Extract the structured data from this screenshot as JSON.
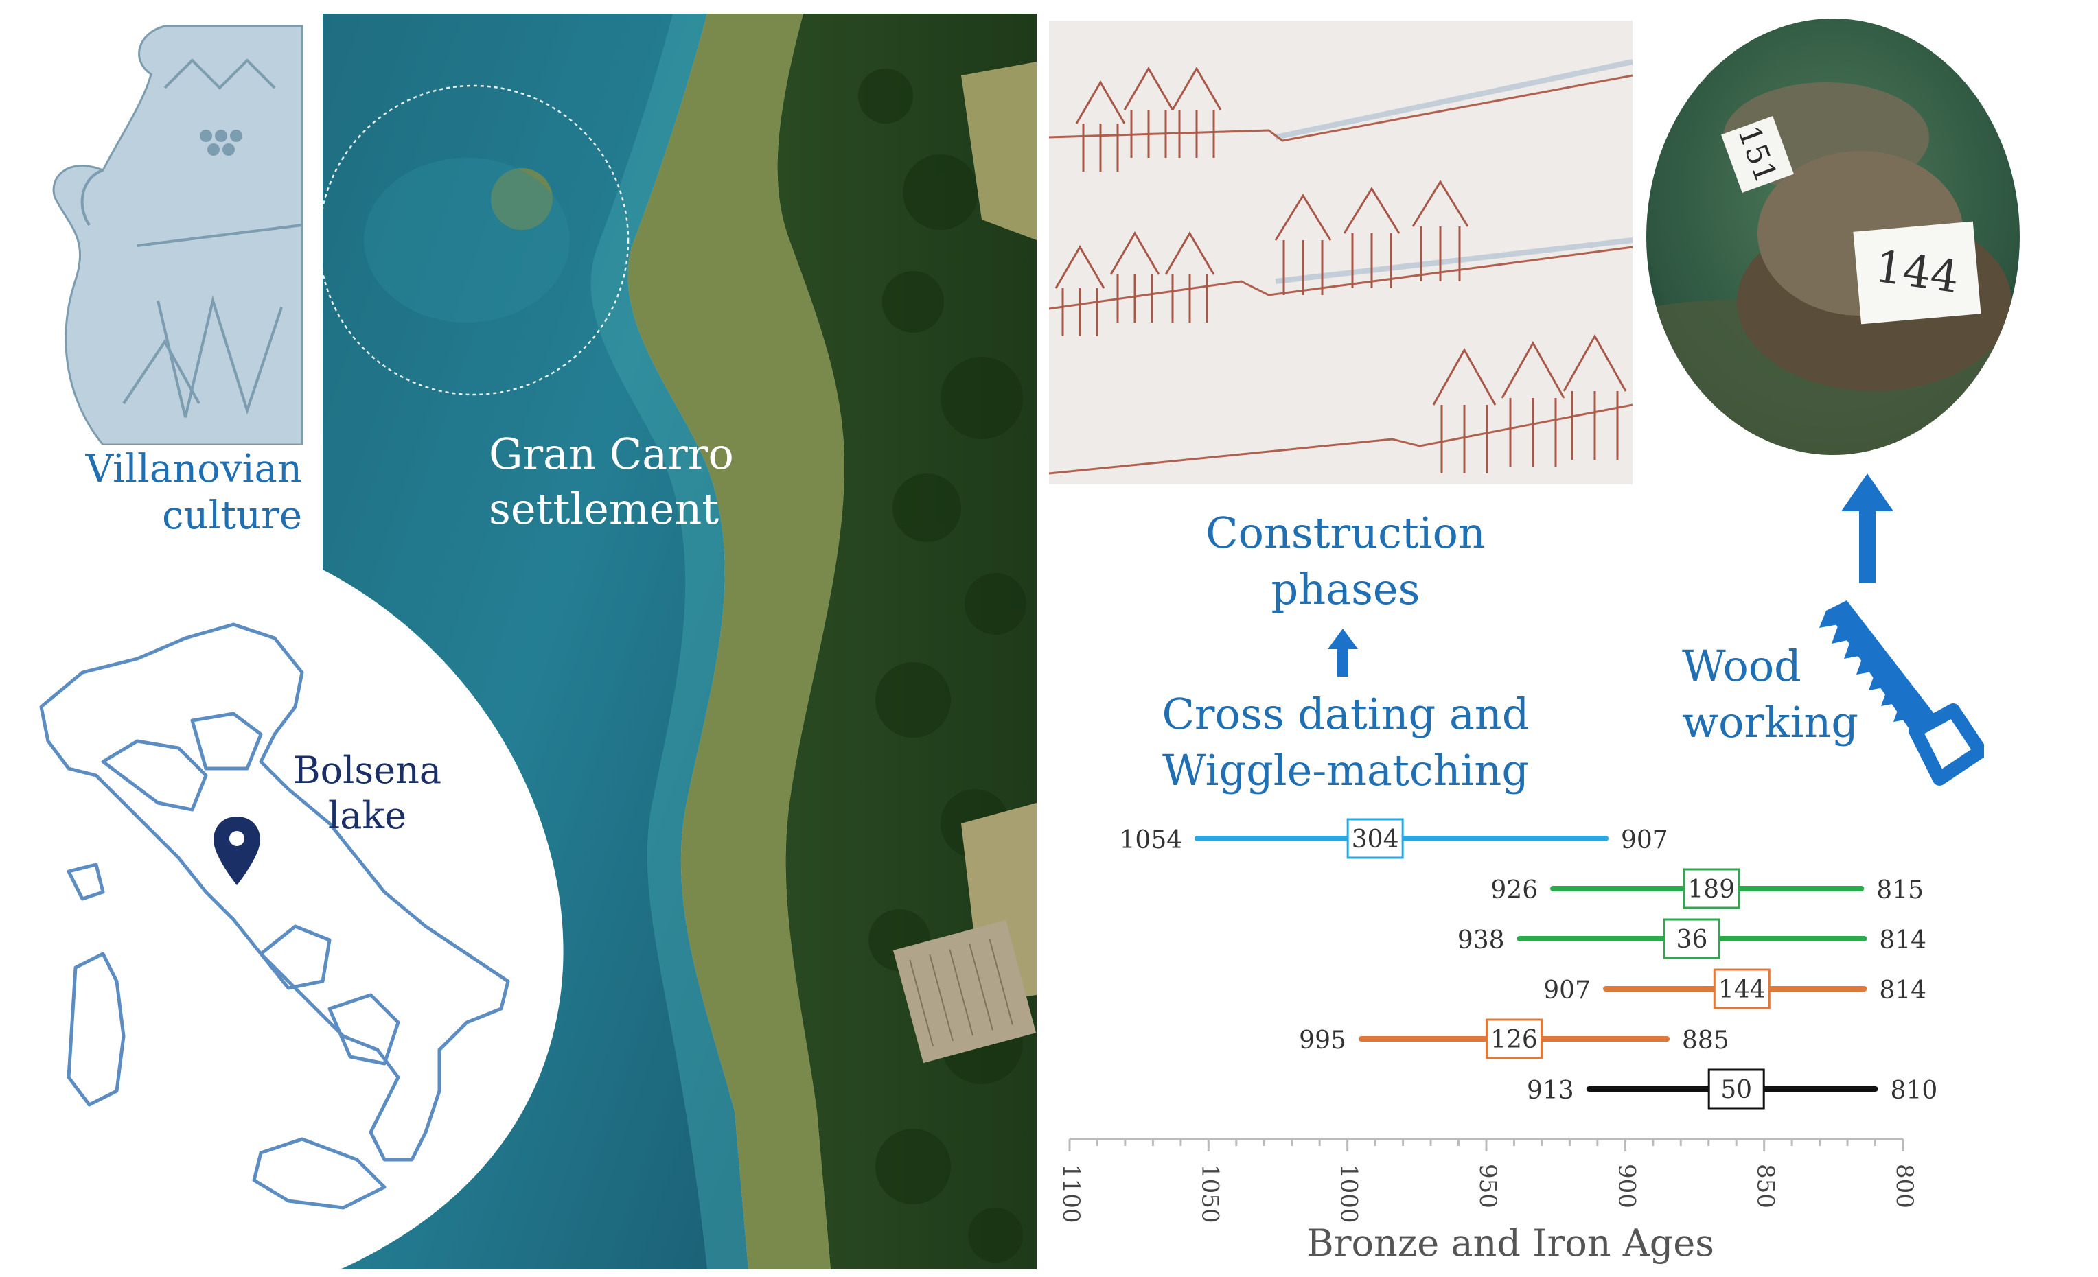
{
  "labels": {
    "vase_caption_line1": "Villanovian",
    "vase_caption_line2": "culture",
    "lake_label_line1": "Bolsena",
    "lake_label_line2": "lake",
    "settlement_line1": "Gran Carro",
    "settlement_line2": "settlement",
    "construction_line1": "Construction",
    "construction_line2": "phases",
    "crossdating_line1": "Cross dating and",
    "crossdating_line2": "Wiggle-matching",
    "wood_line1": "Wood",
    "wood_line2": "working"
  },
  "photo_tags": {
    "tag_back": "151",
    "tag_front": "144"
  },
  "colors": {
    "label_blue": "#1f6fb2",
    "map_outline": "#5b8cc2",
    "marker_navy": "#1a2f66",
    "arrow_blue": "#1a73c8",
    "series_blue": "#2aa7e0",
    "series_green": "#2aaa4a",
    "series_orange": "#e07838",
    "series_black": "#111111"
  },
  "chart_data": {
    "type": "range",
    "xlabel": "Bronze and Iron Ages",
    "xlim": [
      1100,
      800
    ],
    "reversed": true,
    "xticks": [
      1100,
      1050,
      1000,
      950,
      900,
      850,
      800
    ],
    "series": [
      {
        "id": "304",
        "start": 1054,
        "end": 907,
        "mark": 990,
        "color": "#2aa7e0"
      },
      {
        "id": "189",
        "start": 926,
        "end": 815,
        "mark": 869,
        "color": "#2aaa4a"
      },
      {
        "id": "36",
        "start": 938,
        "end": 814,
        "mark": 876,
        "color": "#2aaa4a"
      },
      {
        "id": "144",
        "start": 907,
        "end": 814,
        "mark": 858,
        "color": "#e07838"
      },
      {
        "id": "126",
        "start": 995,
        "end": 885,
        "mark": 940,
        "color": "#e07838"
      },
      {
        "id": "50",
        "start": 913,
        "end": 810,
        "mark": 860,
        "color": "#111111"
      }
    ]
  }
}
